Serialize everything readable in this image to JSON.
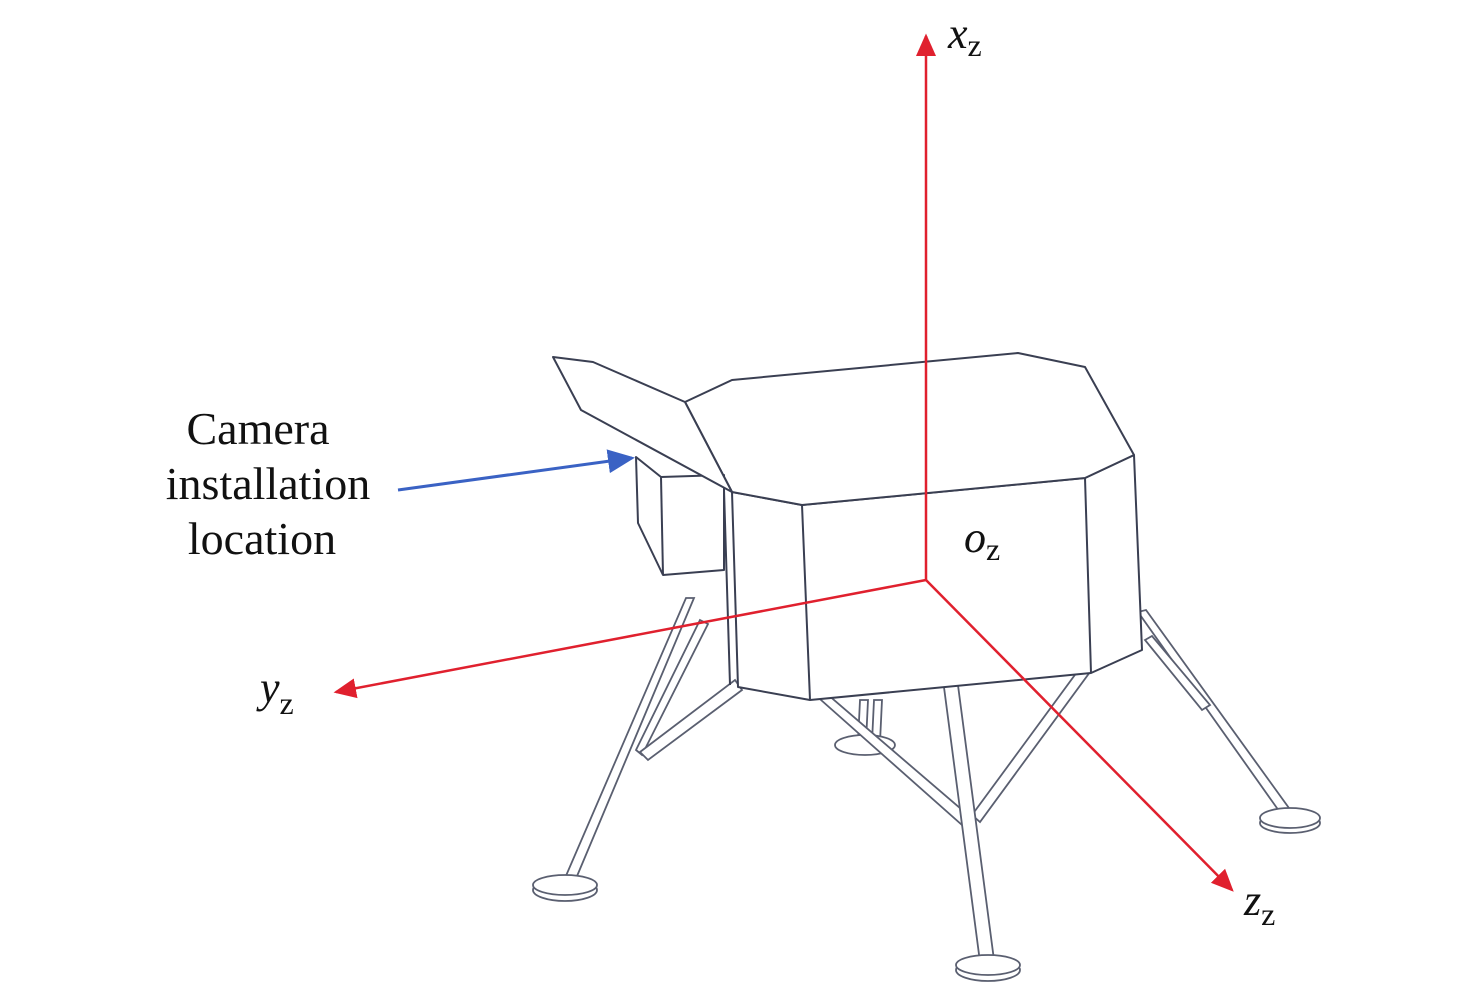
{
  "annotation": {
    "lines": [
      "Camera",
      "installation",
      "location"
    ],
    "arrow_color": "#3a62c4"
  },
  "axes": {
    "color": "#e0202e",
    "x": {
      "symbol": "x",
      "subscript": "z"
    },
    "y": {
      "symbol": "y",
      "subscript": "z"
    },
    "z": {
      "symbol": "z",
      "subscript": "z"
    },
    "origin": {
      "symbol": "o",
      "subscript": "z"
    }
  }
}
